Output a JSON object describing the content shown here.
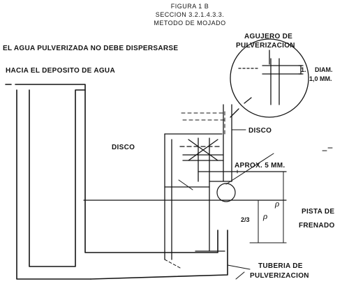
{
  "header": {
    "figure": "FIGURA 1 B",
    "section": "SECCION 3.2.1.4.3.3.",
    "method": "METODO DE MOJADO"
  },
  "labels": {
    "spray_note": "EL AGUA PULVERIZADA NO DEBE DISPERSARSE",
    "to_tank": "HACIA EL DEPOSITO DE AGUA",
    "nozzle_line1": "AGUJERO DE",
    "nozzle_line2": "PULVERIZACION",
    "diam_marker": "1.",
    "diam_line1": "DIAM.",
    "diam_line2": "1,0 MM.",
    "disc_right": "DISCO",
    "disc_left": "DISCO",
    "approx": "APROX. 5 MM.",
    "two_thirds": "2/3",
    "rho": "ρ",
    "track_line1": "PISTA DE",
    "track_line2": "FRENADO",
    "pipe_line1": "TUBERIA DE",
    "pipe_line2": "PULVERIZACION"
  }
}
